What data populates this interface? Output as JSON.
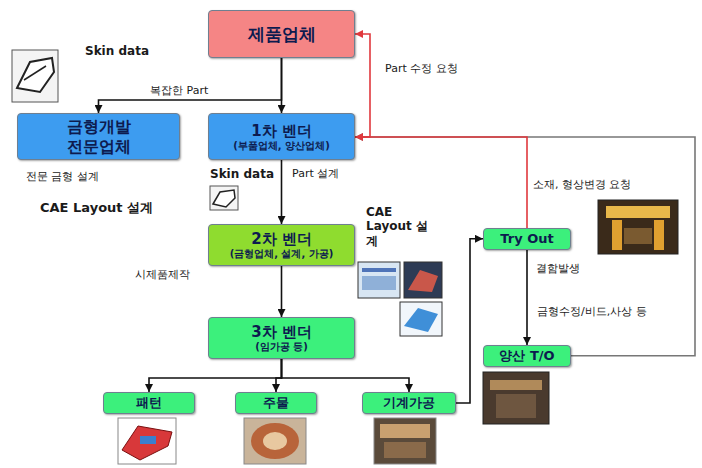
{
  "diagram": {
    "nodes": [
      {
        "text": [
          "제품업체"
        ]
      },
      {
        "text": [
          "금형개발 전문업체"
        ]
      },
      {
        "text": [
          "1차 벤더",
          "(부품업체, 양산업체)"
        ]
      },
      {
        "text": [
          "2차 벤더",
          "(금형업체, 설계, 가공)"
        ]
      },
      {
        "text": [
          "3차 벤더",
          "(임가공 등)"
        ]
      },
      {
        "text": [
          "패턴"
        ]
      },
      {
        "text": [
          "주물"
        ]
      },
      {
        "text": [
          "기계가공"
        ]
      },
      {
        "text": [
          "Try Out"
        ]
      },
      {
        "text": [
          "양산 T/O"
        ]
      }
    ],
    "edges": [
      {
        "from": 0,
        "to": 2,
        "arrow": "to"
      },
      {
        "from": 0,
        "to": 1,
        "arrow": "to"
      },
      {
        "from": 2,
        "to": 3,
        "arrow": "to"
      },
      {
        "from": 3,
        "to": 4,
        "arrow": "to"
      },
      {
        "from": 4,
        "to": 5,
        "arrow": "to"
      },
      {
        "from": 4,
        "to": 6,
        "arrow": "to"
      },
      {
        "from": 4,
        "to": 7,
        "arrow": "to"
      },
      {
        "from": 7,
        "to": 8,
        "arrow": "to"
      },
      {
        "from": 8,
        "to": 9,
        "arrow": "to"
      },
      {
        "from": 8,
        "to": 2,
        "arrow": "to"
      },
      {
        "from": 2,
        "to": 0,
        "arrow": "to"
      },
      {
        "from": 9,
        "to": 2,
        "arrow": "to"
      }
    ],
    "labels": [
      "Skin data",
      "복잡한 Part",
      "Part 수정 요청",
      "전문 금형 설계",
      "Skin data",
      "Part 설계",
      "CAE Layout 설계",
      "CAE Layout 설계",
      "소재, 형상변경 요청",
      "시제품제작",
      "결함발생",
      "금형수정/비드,사상 등"
    ]
  }
}
